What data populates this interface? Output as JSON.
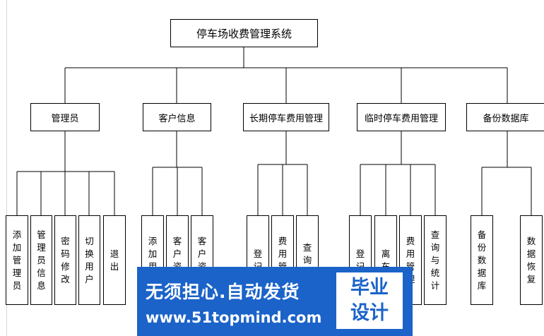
{
  "title": "停车场收费管理系统",
  "modules": [
    {
      "label": "管理员",
      "children": [
        "添加管理员",
        "管理员信息",
        "密码修改",
        "切换用户",
        "退出"
      ]
    },
    {
      "label": "客户信息",
      "children": [
        "添加用户",
        "客户资料",
        "客户资料"
      ]
    },
    {
      "label": "长期停车费用管理",
      "children": [
        "登记",
        "费用管理",
        "查询也"
      ]
    },
    {
      "label": "临时停车费用管理",
      "children": [
        "登记",
        "离车",
        "费用管理",
        "查询与统计"
      ]
    },
    {
      "label": "备份数据库",
      "children": [
        "备份数据库",
        "数据恢复"
      ]
    }
  ],
  "watermark": {
    "slogan": "无须担心.自动发货",
    "url": "www.51topmind.com",
    "badge_line1": "毕业",
    "badge_line2": "设计",
    "color": "#1b63c9"
  }
}
